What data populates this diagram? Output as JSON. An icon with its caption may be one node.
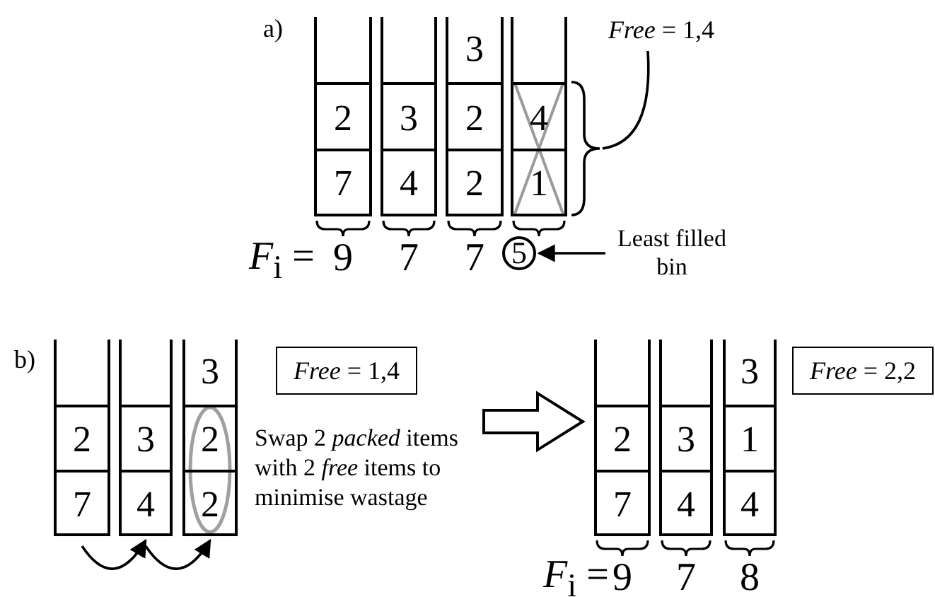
{
  "diagram": {
    "nodes": [
      {
        "text": [],
        "shape": "box",
        "beside": [
          "9"
        ]
      },
      {
        "text": [
          "2"
        ],
        "in": 0
      },
      {
        "text": [
          "7"
        ],
        "in": 0
      },
      {
        "text": [],
        "shape": "box",
        "beside": [
          "7"
        ]
      },
      {
        "text": [
          "3"
        ],
        "in": 3
      },
      {
        "text": [
          "4"
        ],
        "in": 3
      },
      {
        "text": [],
        "shape": "box",
        "beside": [
          "7"
        ]
      },
      {
        "text": [
          "3"
        ],
        "in": 6
      },
      {
        "text": [
          "2"
        ],
        "in": 6
      },
      {
        "text": [
          "2"
        ],
        "in": 6
      },
      {
        "text": [],
        "shape": "box"
      },
      {
        "text": [
          "4"
        ],
        "in": 10
      },
      {
        "text": [
          "1"
        ],
        "in": 10
      },
      {
        "text": [
          "*Free* = 1,4"
        ]
      },
      {
        "text": [
          "5"
        ]
      },
      {
        "text": [
          "Least filled bin"
        ]
      },
      {
        "text": [],
        "shape": "box"
      },
      {
        "text": [
          "2"
        ],
        "in": 16
      },
      {
        "text": [
          "7"
        ],
        "in": 16
      },
      {
        "text": [],
        "shape": "box"
      },
      {
        "text": [
          "3"
        ],
        "in": 19
      },
      {
        "text": [
          "4"
        ],
        "in": 19
      },
      {
        "text": [],
        "shape": "box"
      },
      {
        "text": [
          "3"
        ],
        "in": 22
      },
      {
        "text": [
          "2"
        ],
        "in": 22
      },
      {
        "text": [
          "2"
        ],
        "in": 22
      },
      {
        "text": [
          "*Free* = 1,4"
        ]
      },
      {
        "text": [
          "Swap 2 *packed* items with 2 *free* items to minimise wastage"
        ]
      },
      {
        "text": [],
        "shape": "box",
        "beside": [
          "9"
        ]
      },
      {
        "text": [
          "2"
        ],
        "in": 28
      },
      {
        "text": [
          "7"
        ],
        "in": 28
      },
      {
        "text": [],
        "shape": "box",
        "beside": [
          "7"
        ]
      },
      {
        "text": [
          "3"
        ],
        "in": 31
      },
      {
        "text": [
          "4"
        ],
        "in": 31
      },
      {
        "text": [],
        "shape": "box",
        "beside": [
          "8"
        ]
      },
      {
        "text": [
          "3"
        ],
        "in": 34
      },
      {
        "text": [
          "1"
        ],
        "in": 34
      },
      {
        "text": [
          "4"
        ],
        "in": 34
      },
      {
        "text": [
          "*Free* = 2,2"
        ]
      }
    ],
    "edges": [
      {
        "from": 13,
        "to": 10,
        "arrow": "none"
      },
      {
        "from": 15,
        "to": 14,
        "arrow": "to"
      },
      {
        "from": 16,
        "to": 19,
        "arrow": "to"
      },
      {
        "from": 19,
        "to": 22,
        "arrow": "to"
      },
      {
        "from": 27,
        "to": 28,
        "arrow": "to"
      }
    ],
    "labels": [
      "a)",
      "*F*$_{i}$ =",
      "b)",
      "*F*$_{i}$ ="
    ]
  }
}
